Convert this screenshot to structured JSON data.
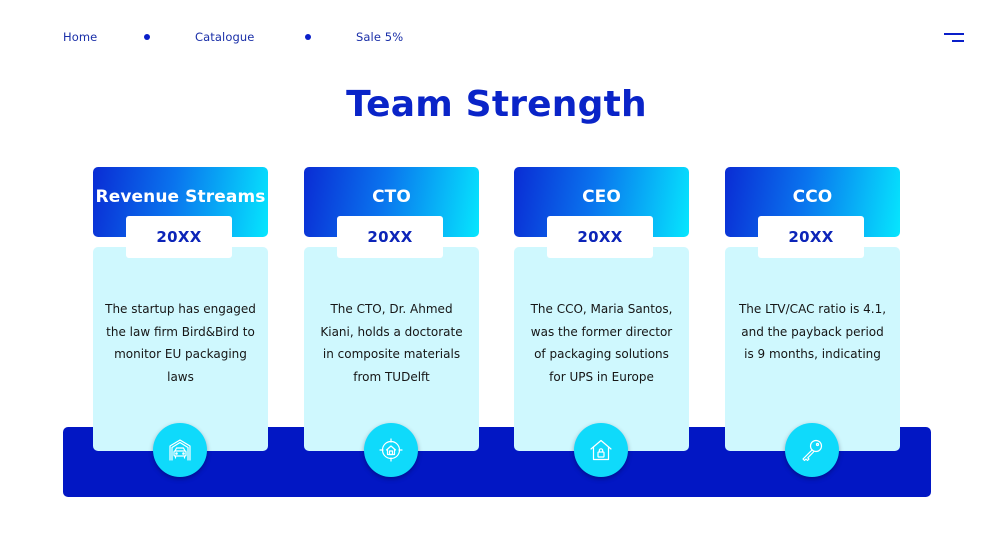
{
  "nav": {
    "items": [
      {
        "label": "Home"
      },
      {
        "label": "Catalogue"
      },
      {
        "label": "Sale 5%"
      }
    ],
    "menu_icon": "hamburger-menu-icon"
  },
  "title": "Team Strength",
  "colors": {
    "primary": "#0a24c8",
    "band": "#0217c4",
    "card_body": "#cff8fe",
    "gradient_start": "#0a2cd4",
    "gradient_end": "#06e6fe",
    "icon_circle": "#0fdafb"
  },
  "cards": [
    {
      "header": "Revenue Streams",
      "year": "20XX",
      "text": "The startup has engaged the law firm Bird&Bird to monitor EU packaging laws",
      "icon": "garage-car-icon"
    },
    {
      "header": "CTO",
      "year": "20XX",
      "text": "The CTO, Dr. Ahmed Kiani, holds a doctorate in composite materials from TUDelft",
      "icon": "home-target-icon"
    },
    {
      "header": "CEO",
      "year": "20XX",
      "text": "The CCO, Maria Santos, was the former director of packaging solutions for UPS in Europe",
      "icon": "home-lock-icon"
    },
    {
      "header": "CCO",
      "year": "20XX",
      "text": "The LTV/CAC ratio is 4.1, and the payback period is 9 months, indicating",
      "icon": "key-icon"
    }
  ]
}
